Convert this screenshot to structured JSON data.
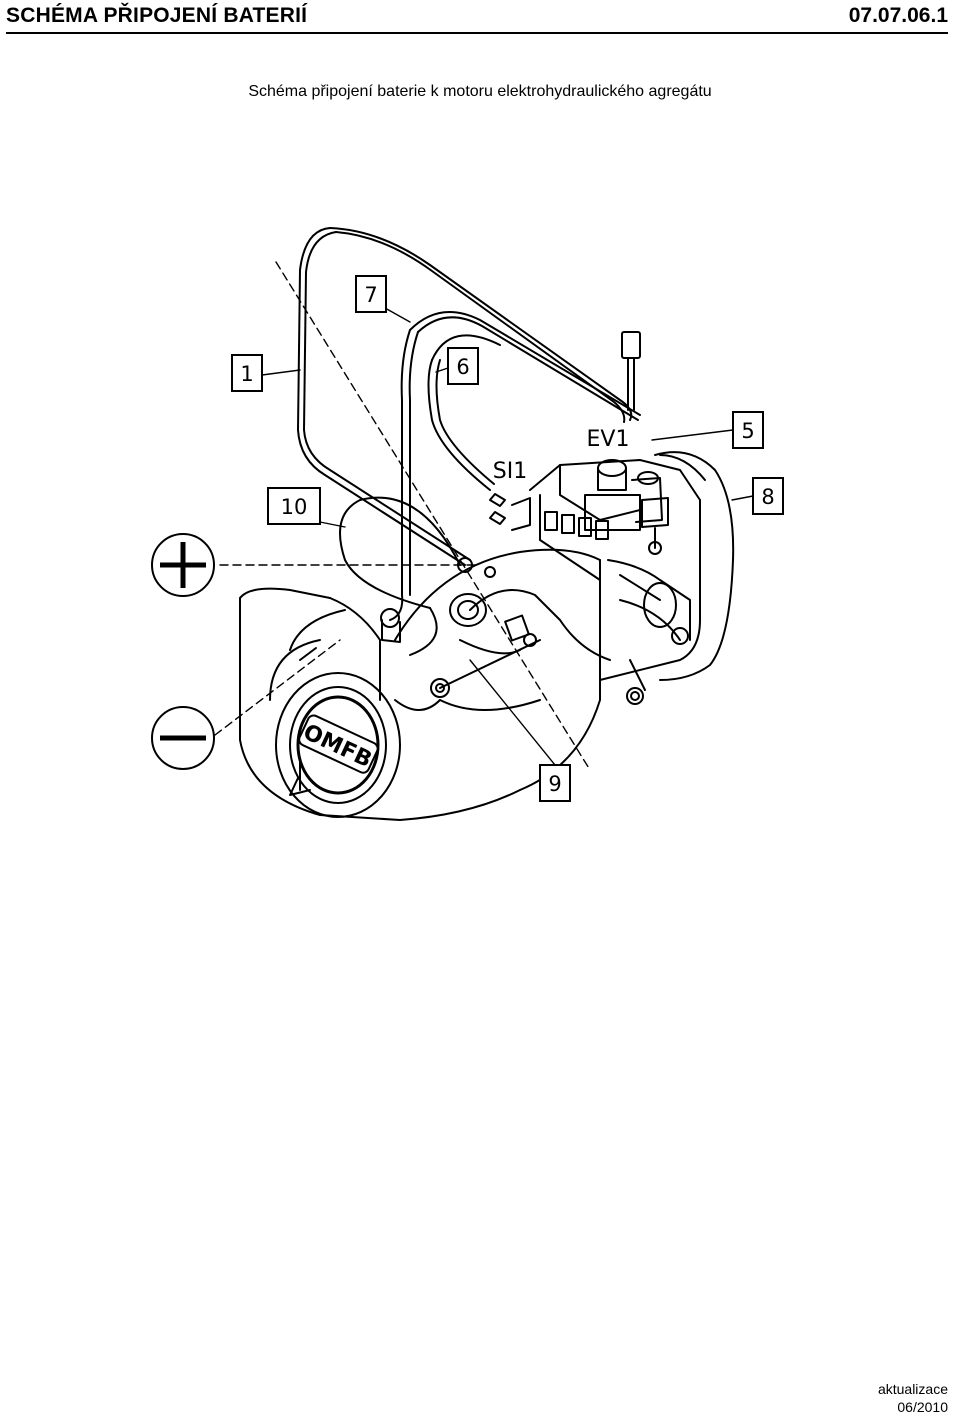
{
  "header": {
    "title": "SCHÉMA PŘIPOJENÍ BATERIÍ",
    "doc_number": "07.07.06.1"
  },
  "subtitle": "Schéma připojení baterie k motoru elektrohydraulického agregátu",
  "diagram": {
    "callouts": [
      "1",
      "7",
      "6",
      "10",
      "5",
      "8",
      "9"
    ],
    "component_labels": {
      "ev1": "EV1",
      "si1": "SI1"
    },
    "motor_logo": "OMFB",
    "battery_terminals": {
      "positive": "+",
      "negative": "—"
    }
  },
  "footer": {
    "line1": "aktualizace",
    "line2": "06/2010"
  }
}
